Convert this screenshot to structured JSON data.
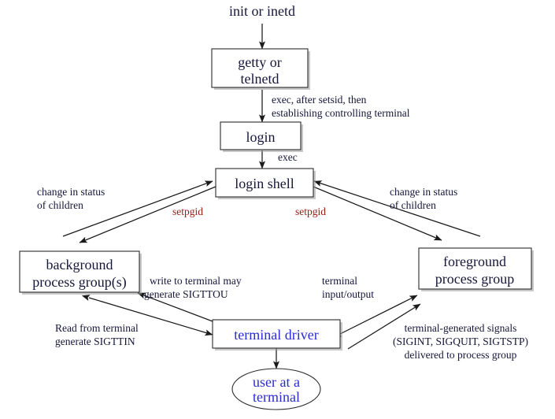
{
  "diagram": {
    "title": "Unix terminal login and process group relationships",
    "colors": {
      "text": "#15153a",
      "red": "#9c1b16",
      "blue": "#2b2bd4",
      "stroke": "#1a1a1a",
      "background": "#ffffff"
    },
    "nodes": [
      {
        "id": "init",
        "shape": "text",
        "label": "init or inetd",
        "color": "text"
      },
      {
        "id": "getty",
        "shape": "box",
        "line1": "getty or",
        "line2": "telnetd",
        "color": "text"
      },
      {
        "id": "login",
        "shape": "box",
        "line1": "login",
        "line2": "",
        "color": "text"
      },
      {
        "id": "loginshell",
        "shape": "box",
        "line1": "login shell",
        "line2": "",
        "color": "text"
      },
      {
        "id": "background",
        "shape": "box",
        "line1": "background",
        "line2": "process group(s)",
        "color": "text"
      },
      {
        "id": "foreground",
        "shape": "box",
        "line1": "foreground",
        "line2": "process group",
        "color": "text"
      },
      {
        "id": "driver",
        "shape": "box",
        "line1": "terminal driver",
        "line2": "",
        "color": "blue"
      },
      {
        "id": "user",
        "shape": "ellipse",
        "line1": "user at a",
        "line2": "terminal",
        "color": "blue"
      }
    ],
    "edge_labels": [
      {
        "id": "exec-setsid",
        "lines": [
          [
            {
              "t": "exec, after setsid",
              "c": "red"
            },
            {
              "t": ", then",
              "c": "text"
            }
          ],
          [
            {
              "t": "establishing controlling terminal",
              "c": "text"
            }
          ]
        ]
      },
      {
        "id": "exec-login-shell",
        "lines": [
          [
            {
              "t": "exec",
              "c": "text"
            }
          ]
        ]
      },
      {
        "id": "change-status-left",
        "lines": [
          [
            {
              "t": "change in status",
              "c": "text"
            }
          ],
          [
            {
              "t": "of children",
              "c": "text"
            }
          ]
        ]
      },
      {
        "id": "change-status-right",
        "lines": [
          [
            {
              "t": "change in status",
              "c": "text"
            }
          ],
          [
            {
              "t": "of children",
              "c": "text"
            }
          ]
        ]
      },
      {
        "id": "setpgid-left",
        "lines": [
          [
            {
              "t": "setpgid",
              "c": "red"
            }
          ]
        ]
      },
      {
        "id": "setpgid-right",
        "lines": [
          [
            {
              "t": "setpgid",
              "c": "red"
            }
          ]
        ]
      },
      {
        "id": "write-terminal",
        "lines": [
          [
            {
              "t": "write to terminal may",
              "c": "text"
            }
          ],
          [
            {
              "t": "generate ",
              "c": "text"
            },
            {
              "t": "SIGTTOU",
              "c": "red"
            }
          ]
        ]
      },
      {
        "id": "read-terminal",
        "lines": [
          [
            {
              "t": "Read from terminal",
              "c": "text"
            }
          ],
          [
            {
              "t": "generate ",
              "c": "text"
            },
            {
              "t": "SIGTTIN",
              "c": "red"
            }
          ]
        ]
      },
      {
        "id": "terminal-io",
        "lines": [
          [
            {
              "t": "terminal",
              "c": "text"
            }
          ],
          [
            {
              "t": "input/output",
              "c": "text"
            }
          ]
        ]
      },
      {
        "id": "terminal-signals",
        "lines": [
          [
            {
              "t": "terminal-generated signals",
              "c": "text"
            }
          ],
          [
            {
              "t": "(",
              "c": "text"
            },
            {
              "t": "SIGINT, SIGQUIT, SIGTSTP",
              "c": "red"
            },
            {
              "t": ")",
              "c": "text"
            }
          ],
          [
            {
              "t": "delivered to process group",
              "c": "text"
            }
          ]
        ]
      }
    ]
  }
}
